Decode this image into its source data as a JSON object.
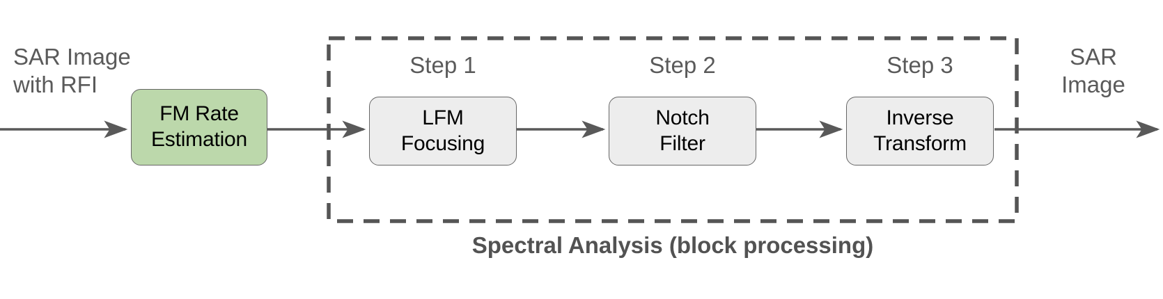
{
  "diagram": {
    "title_caption": "Spectral Analysis (block processing)",
    "input_label": "SAR Image\nwith RFI",
    "output_label": "SAR\nImage",
    "group": {
      "name": "spectral-analysis-group",
      "caption": "Spectral Analysis (block processing)",
      "border_style": "dashed",
      "border_color": "#555555"
    },
    "nodes": [
      {
        "id": "fm-rate-estimation",
        "label": "FM Rate\nEstimation",
        "fill": "#bcd8ab",
        "stroke": "#666666",
        "step_label": ""
      },
      {
        "id": "lfm-focusing",
        "label": "LFM\nFocusing",
        "fill": "#ededed",
        "stroke": "#666666",
        "step_label": "Step 1"
      },
      {
        "id": "notch-filter",
        "label": "Notch\nFilter",
        "fill": "#ededed",
        "stroke": "#666666",
        "step_label": "Step 2"
      },
      {
        "id": "inverse-transform",
        "label": "Inverse\nTransform",
        "fill": "#ededed",
        "stroke": "#666666",
        "step_label": "Step 3"
      }
    ],
    "steps": {
      "step1": "Step 1",
      "step2": "Step 2",
      "step3": "Step 3"
    },
    "colors": {
      "arrow": "#595959",
      "text_gray": "#5a5a5a",
      "text_black": "#000000",
      "box_green": "#bcd8ab",
      "box_gray": "#ededed",
      "dashed_border": "#555555",
      "background": "#ffffff"
    }
  }
}
